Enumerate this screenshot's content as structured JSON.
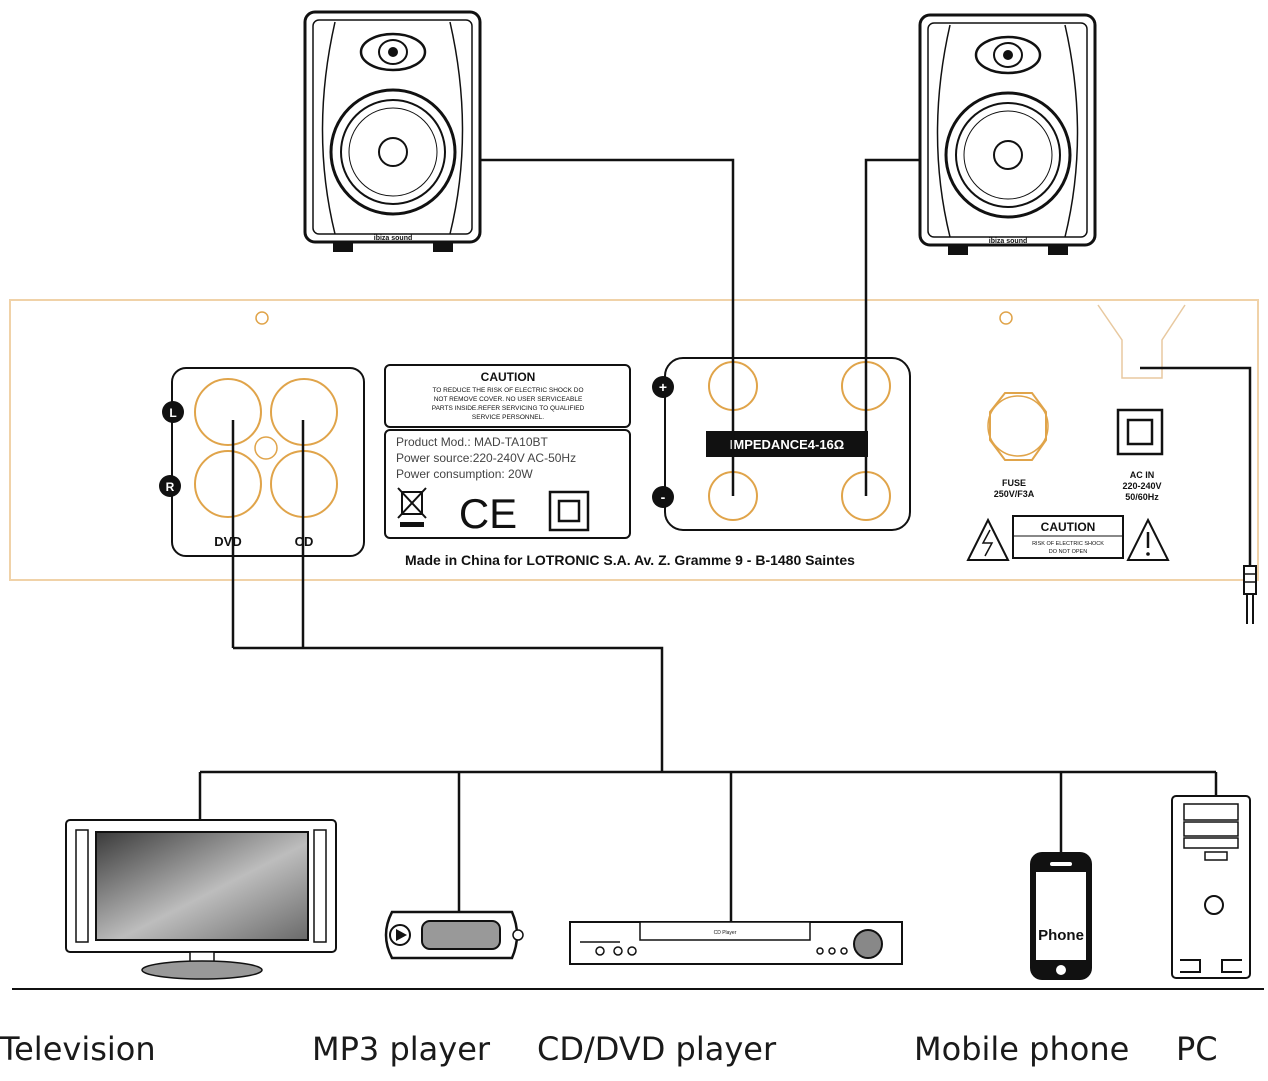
{
  "amplifier": {
    "caution_title": "CAUTION",
    "caution_lines": [
      "TO REDUCE THE RISK OF ELECTRIC SHOCK DO",
      "NOT REMOVE COVER. NO USER SERVICEABLE",
      "PARTS INSIDE.REFER SERVICING TO QUALIFIED",
      "SERVICE PERSONNEL."
    ],
    "product_model": "Product Mod.: MAD-TA10BT",
    "power_source": "Power source:220-240V AC-50Hz",
    "power_consumption": "Power consumption: 20W",
    "ce_mark": "CE",
    "input_dvd": "DVD",
    "input_cd": "CD",
    "channel_left": "L",
    "channel_right": "R",
    "impedance": "IMPEDANCE4-16Ω",
    "plus": "+",
    "minus": "-",
    "fuse_label": "FUSE",
    "fuse_rating": "250V/F3A",
    "ac_in_label": "AC IN",
    "ac_in_voltage": "220-240V",
    "ac_in_freq": "50/60Hz",
    "caution2_title": "CAUTION",
    "caution2_line1": "RISK OF ELECTRIC SHOCK",
    "caution2_line2": "DO NOT OPEN",
    "made_in": "Made in China for LOTRONIC S.A. Av. Z. Gramme 9 - B-1480 Saintes"
  },
  "speakers": {
    "brand": "ibiza sound"
  },
  "devices": [
    {
      "label": "Television"
    },
    {
      "label": "MP3 player"
    },
    {
      "label": "CD/DVD player"
    },
    {
      "label": "Mobile phone"
    },
    {
      "label": "PC"
    }
  ],
  "cd_player_display": "CD Player",
  "phone_screen": "Phone",
  "colors": {
    "panel_border": "#e8b97a",
    "jack_ring": "#e0a44a",
    "line": "#111111"
  }
}
